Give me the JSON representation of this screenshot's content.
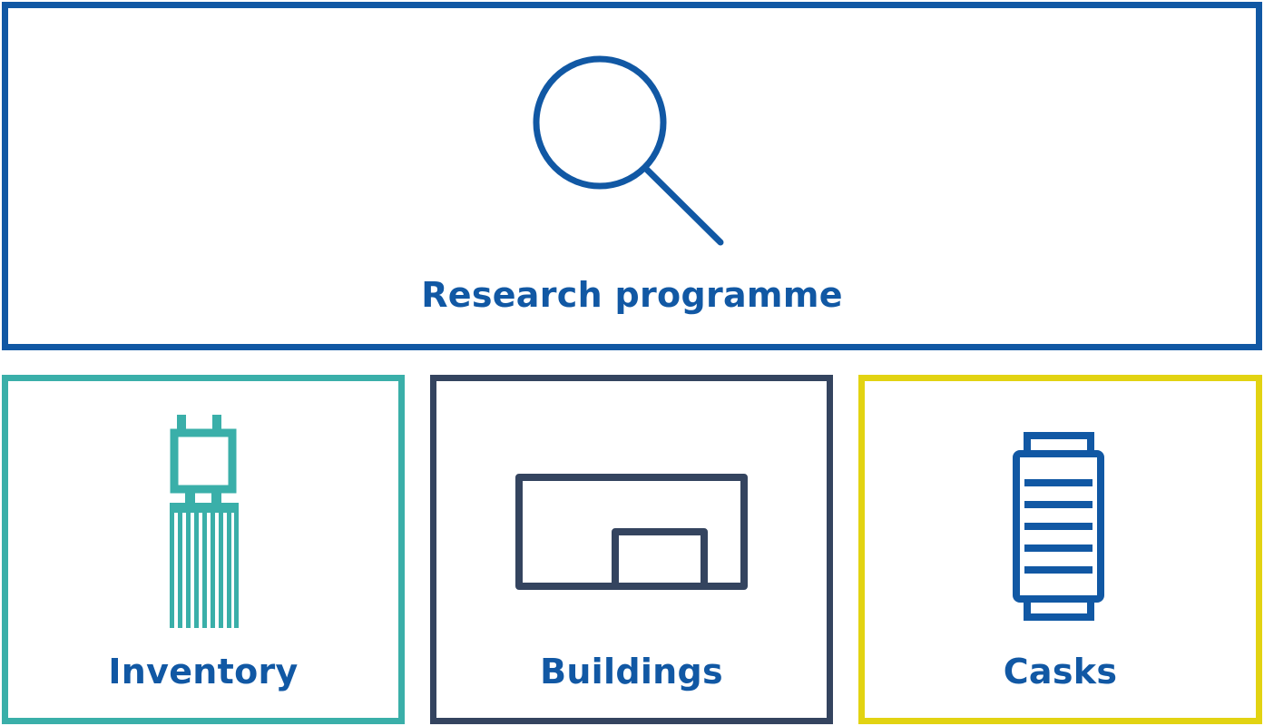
{
  "colors": {
    "primary_blue": "#1158a4",
    "teal": "#3aafa9",
    "slate": "#34445f",
    "yellow": "#e2d312"
  },
  "top_panel": {
    "label": "Research programme",
    "icon": "magnifier-icon"
  },
  "panels": [
    {
      "label": "Inventory",
      "icon": "fuel-assembly-icon"
    },
    {
      "label": "Buildings",
      "icon": "building-icon"
    },
    {
      "label": "Casks",
      "icon": "cask-icon"
    }
  ]
}
